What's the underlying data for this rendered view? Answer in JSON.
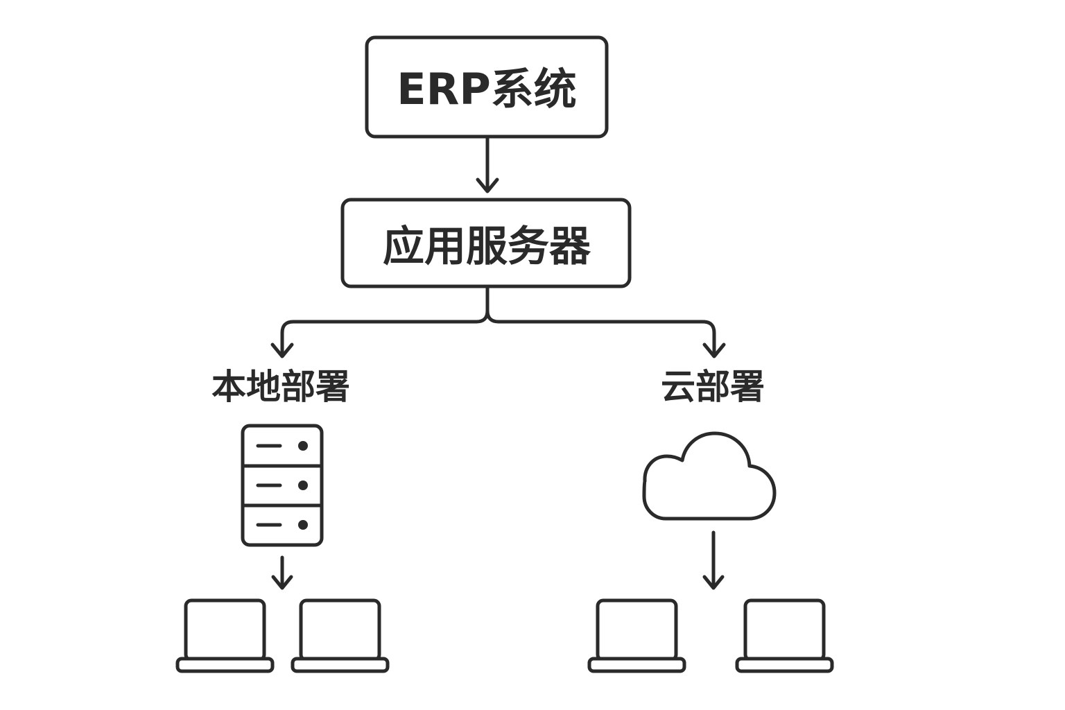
{
  "nodes": {
    "erp": "ERP系统",
    "app_server": "应用服务器",
    "on_premise": "本地部署",
    "cloud": "云部署"
  },
  "icons": {
    "on_premise_icon": "server-rack-icon",
    "cloud_icon": "cloud-icon",
    "client_icon": "laptop-icon"
  },
  "colors": {
    "stroke": "#2a2a2a",
    "background": "#ffffff"
  }
}
